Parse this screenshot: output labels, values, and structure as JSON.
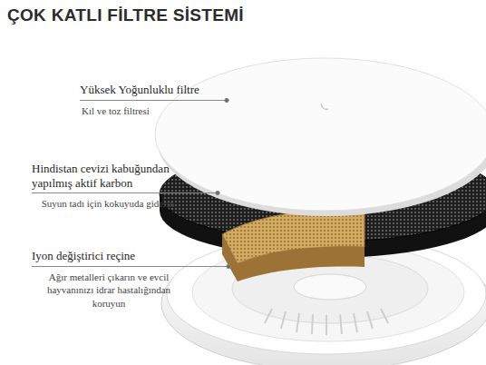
{
  "diagram": {
    "title": "ÇOK KATLI FİLTRE SİSTEMİ",
    "labels": [
      "Yüksek Yoğunluklu filtre",
      "Kıl ve toz filtresi",
      "Hindistan cevizi kabuğundan yapılmış aktif karbon",
      "Suyun tadı için kokuyuda giderin",
      "Iyon değiştirici reçine",
      "Ağır metalleri çıkarın ve evcil hayvanınızı idrar hastalığından koruyun"
    ]
  }
}
